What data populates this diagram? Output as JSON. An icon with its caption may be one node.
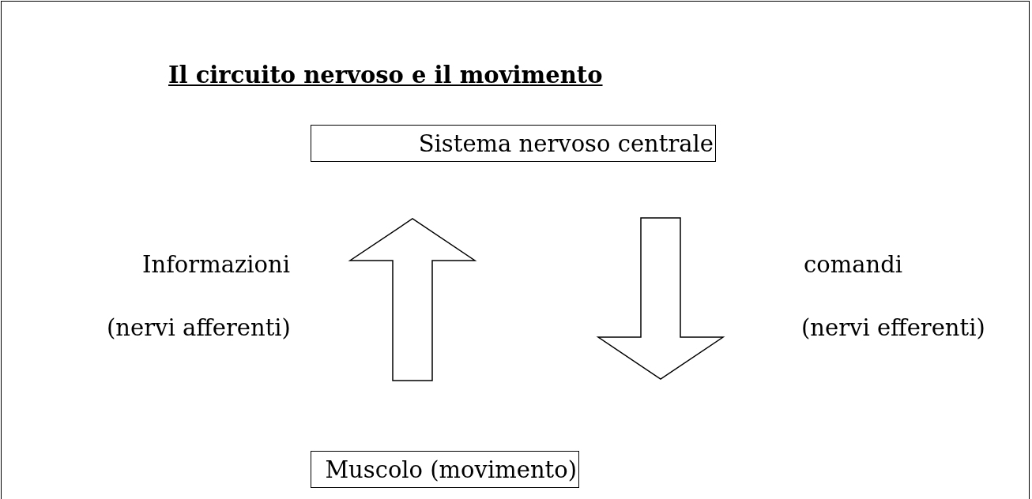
{
  "diagram": {
    "title": "Il circuito nervoso e il movimento",
    "nodes": [
      {
        "text": [
          "Sistema nervoso centrale"
        ]
      },
      {
        "text": [
          "Muscolo (movimento)"
        ]
      }
    ],
    "edges": [
      {
        "from": 1,
        "to": 0,
        "arrow": "to"
      },
      {
        "from": 0,
        "to": 1,
        "arrow": "to"
      }
    ],
    "labels": [
      "Informazioni",
      "comandi",
      "(nervi afferenti)",
      "(nervi efferenti)"
    ]
  }
}
